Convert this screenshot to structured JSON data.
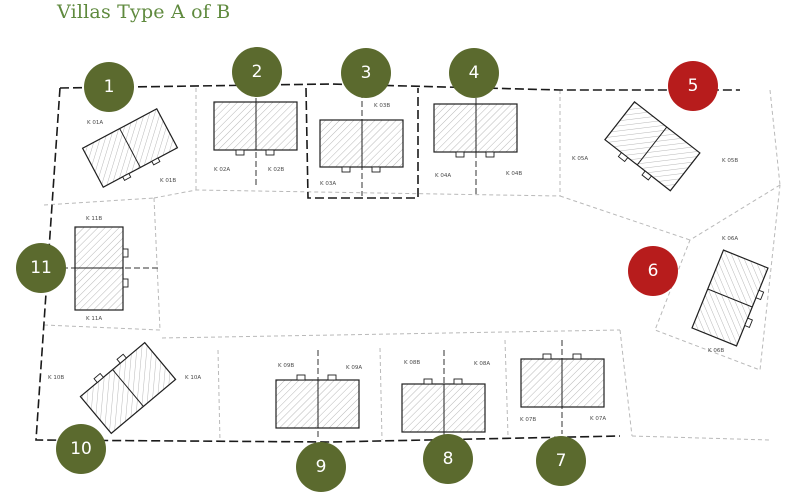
{
  "header": {
    "title": "Villas Type A of B"
  },
  "colors": {
    "title": "#5f8a3e",
    "marker_green": "#5b6a2e",
    "marker_red": "#b71c1c"
  },
  "plan": {
    "markers": [
      {
        "id": "1",
        "label": "1",
        "status": "green"
      },
      {
        "id": "2",
        "label": "2",
        "status": "green"
      },
      {
        "id": "3",
        "label": "3",
        "status": "green"
      },
      {
        "id": "4",
        "label": "4",
        "status": "green"
      },
      {
        "id": "5",
        "label": "5",
        "status": "red"
      },
      {
        "id": "6",
        "label": "6",
        "status": "red"
      },
      {
        "id": "7",
        "label": "7",
        "status": "green"
      },
      {
        "id": "8",
        "label": "8",
        "status": "green"
      },
      {
        "id": "9",
        "label": "9",
        "status": "green"
      },
      {
        "id": "10",
        "label": "10",
        "status": "green"
      },
      {
        "id": "11",
        "label": "11",
        "status": "green"
      }
    ],
    "unit_labels": {
      "k01a": "K 01A",
      "k01b": "K 01B",
      "k02a": "K 02A",
      "k02b": "K 02B",
      "k03a": "K 03A",
      "k03b": "K 03B",
      "k04a": "K 04A",
      "k04b": "K 04B",
      "k05a": "K 05A",
      "k05b": "K 05B",
      "k06a": "K 06A",
      "k06b": "K 06B",
      "k07a": "K 07A",
      "k07b": "K 07B",
      "k08a": "K 08A",
      "k08b": "K 08B",
      "k09a": "K 09A",
      "k09b": "K 09B",
      "k10a": "K 10A",
      "k10b": "K 10B",
      "k11a": "K 11A",
      "k11b": "K 11B"
    }
  }
}
